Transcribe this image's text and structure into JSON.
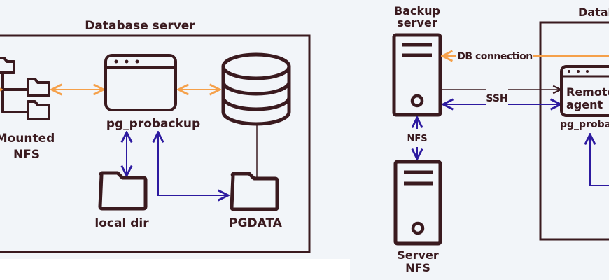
{
  "colors": {
    "outline": "#3a1a1f",
    "orange": "#f5a04a",
    "blue": "#2d1aa0",
    "background": "#f2f5f9"
  },
  "left_diagram": {
    "container_label": "Database server",
    "nodes": {
      "mounted_nfs": "Mounted\nNFS",
      "mounted_nfs_line1": "Mounted",
      "mounted_nfs_line2": "NFS",
      "pg_probackup": "pg_probackup",
      "database": "",
      "local_dir": "local dir",
      "pgdata": "PGDATA"
    },
    "icons": {
      "mounted_nfs": "folder-tree-icon",
      "pg_probackup": "app-window-icon",
      "database": "database-cylinder-icon",
      "local_dir": "folder-icon",
      "pgdata": "folder-icon"
    }
  },
  "right_diagram": {
    "container_label": "Datab",
    "backup_server_line1": "Backup",
    "backup_server_line2": "server",
    "server_nfs_line1": "Server",
    "server_nfs_line2": "NFS",
    "nfs_link_label": "NFS",
    "db_connection_label": "DB connection",
    "ssh_label": "SSH",
    "remote_agent_line1": "Remote",
    "remote_agent_line2": "agent",
    "remote_agent_sub": "pg_proba",
    "icons": {
      "backup_server": "server-tower-icon",
      "server_nfs": "server-tower-icon",
      "remote_agent": "app-window-icon"
    }
  }
}
